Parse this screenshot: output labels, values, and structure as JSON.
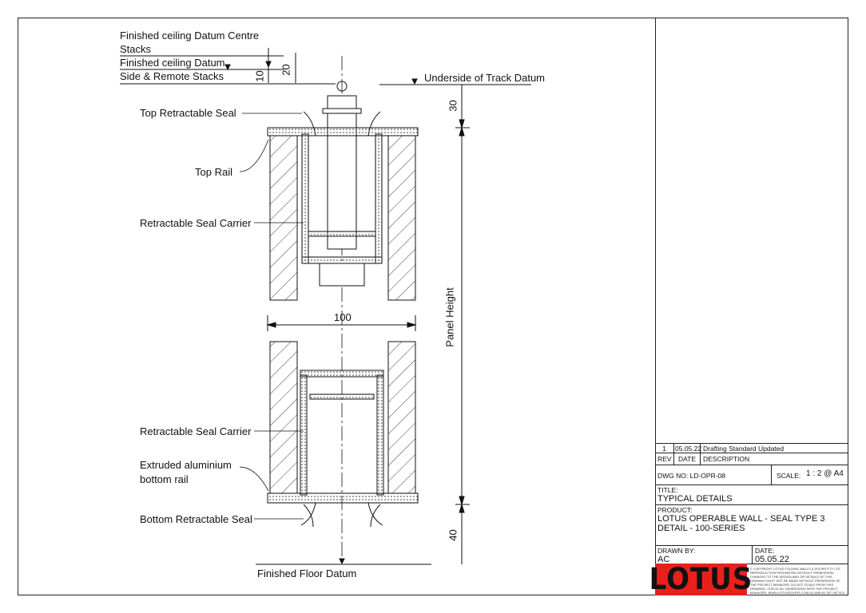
{
  "labels": {
    "ceiling_centre": "Finished ceiling Datum Centre",
    "ceiling_centre_2": "Stacks",
    "ceiling_side": "Finished ceiling Datum",
    "ceiling_side_2": "Side & Remote Stacks",
    "track_datum": "Underside of Track Datum",
    "top_seal": "Top Retractable Seal",
    "top_rail": "Top Rail",
    "carrier_top": "Retractable Seal Carrier",
    "carrier_bottom": "Retractable Seal Carrier",
    "bottom_rail_1": "Extruded aluminium",
    "bottom_rail_2": "bottom rail",
    "bottom_seal": "Bottom Retractable Seal",
    "floor_datum": "Finished Floor Datum",
    "panel_height": "Panel Height"
  },
  "dimensions": {
    "d10": "10",
    "d20": "20",
    "d30": "30",
    "d100": "100",
    "d40": "40"
  },
  "title_block": {
    "rev": "1",
    "rev_date": "05.05.22",
    "rev_desc": "Drafting Standard Updated",
    "rev_h": "REV",
    "date_h": "DATE",
    "desc_h": "DESCRIPTION",
    "dwg_no": "DWG NO:  LD-OPR-08",
    "scale_label": "SCALE:",
    "scale": "1 : 2 @ A4",
    "title_label": "TITLE:",
    "title": "TYPICAL DETAILS",
    "product_label": "PRODUCT:",
    "product": "LOTUS OPERABLE WALL - SEAL TYPE 3 DETAIL - 100-SERIES",
    "drawn_by_label": "DRAWN BY:",
    "drawn_by": "AC",
    "date_label": "DATE:",
    "date": "05.05.22",
    "logo": "LOTUS",
    "copyright": "© COPYRIGHT LOTUS FOLDING WALLS & DOORS PTY LTD. REPRODUCTION PROHIBITED WITHOUT PERMISSION. CHANGES TO THE DESIGN AND OR DETAILS OF THIS DRAWING MUST NOT BE MADE WITHOUT PERMISSION OF THE PROJECT MANAGER. DO NOT SCALE FROM THIS DRAWING. CHECK ALL DIMENSIONS WITH THE PROJECT MANAGER. WWW.LOTUSDOORS.COM.AU   ABN 61 007 087 523"
  },
  "colors": {
    "brand": "#e8201c"
  }
}
